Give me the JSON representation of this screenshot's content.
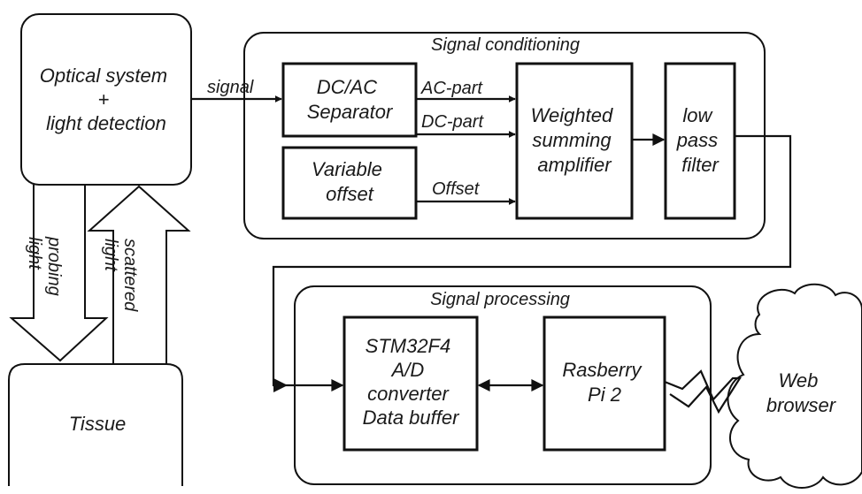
{
  "blocks": {
    "optical": [
      "Optical system",
      "+",
      "light detection"
    ],
    "tissue": "Tissue",
    "dcac": [
      "DC/AC",
      "Separator"
    ],
    "offset": [
      "Variable",
      "offset"
    ],
    "summing": [
      "Weighted",
      "summing",
      "amplifier"
    ],
    "lowpass": [
      "low",
      "pass",
      "filter"
    ],
    "stm": [
      "STM32F4",
      "A/D",
      "converter",
      "Data buffer"
    ],
    "rpi": [
      "Rasberry",
      "Pi 2"
    ],
    "web": [
      "Web",
      "browser"
    ]
  },
  "groups": {
    "conditioning": "Signal conditioning",
    "processing": "Signal processing"
  },
  "wires": {
    "signal": "signal",
    "ac_part": "AC-part",
    "dc_part": "DC-part",
    "offset": "Offset"
  },
  "beams": {
    "probing": [
      "probing",
      "light"
    ],
    "scattered": [
      "scattered",
      "light"
    ]
  }
}
